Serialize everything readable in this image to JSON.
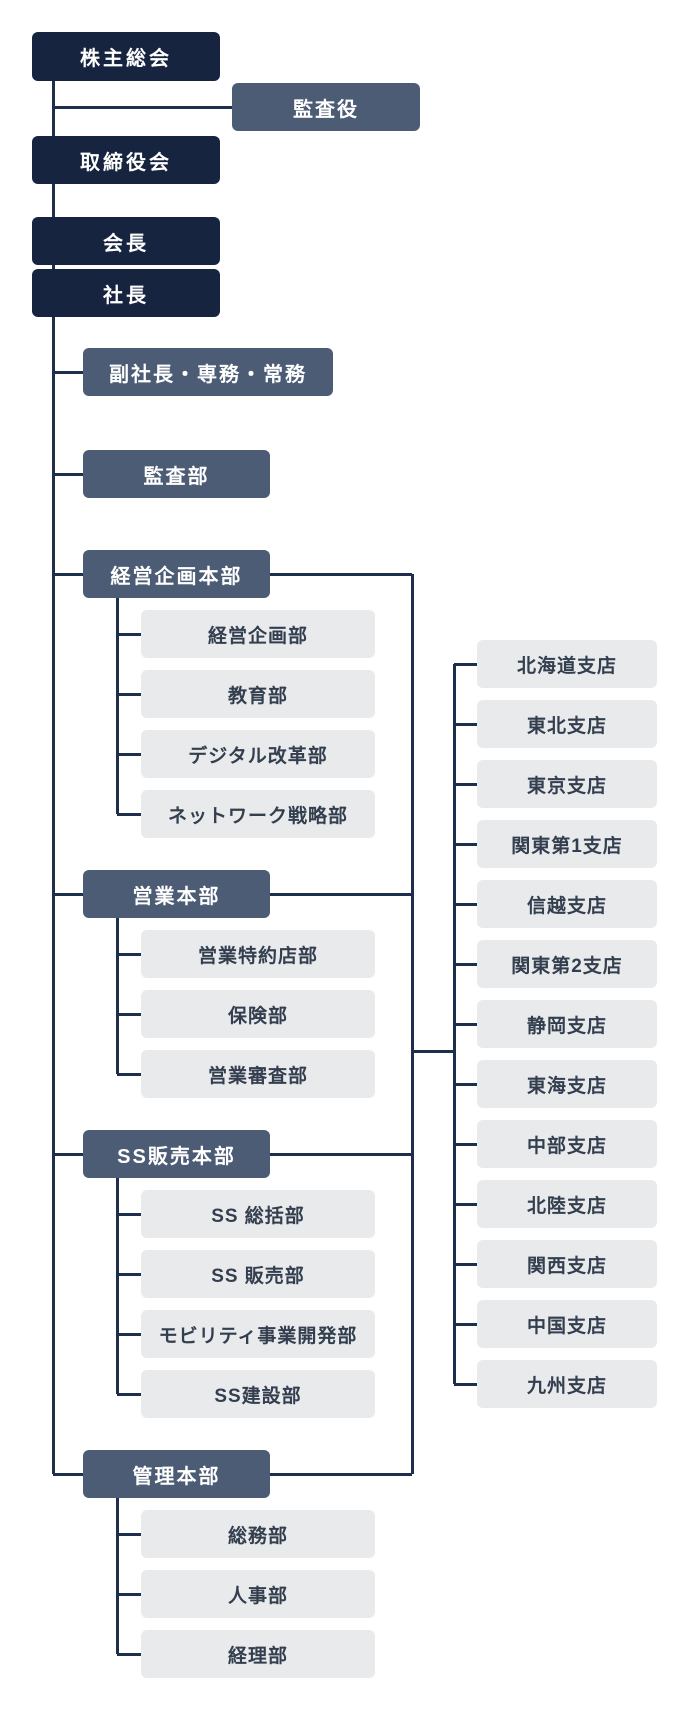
{
  "org": {
    "colors": {
      "background": "#ffffff",
      "navy": "#172440",
      "slate": "#4b5c74",
      "gray": "#e8eaec",
      "line": "#1d2f4d",
      "text_dark": "#333e4e",
      "text_light": "#ffffff"
    },
    "executive_chain": [
      {
        "name": "shareholders-meeting",
        "label": "株主総会"
      },
      {
        "name": "board-of-directors",
        "label": "取締役会"
      },
      {
        "name": "chairman",
        "label": "会長"
      },
      {
        "name": "president",
        "label": "社長"
      }
    ],
    "audit_officer": {
      "name": "audit-officer",
      "label": "監査役"
    },
    "staff": [
      {
        "name": "executive-officers",
        "label": "副社長・専務・常務"
      },
      {
        "name": "audit-department",
        "label": "監査部"
      }
    ],
    "divisions": [
      {
        "name": "corporate-planning-division",
        "label": "経営企画本部",
        "departments": [
          {
            "name": "corporate-planning-department",
            "label": "経営企画部"
          },
          {
            "name": "education-department",
            "label": "教育部"
          },
          {
            "name": "digital-transformation-department",
            "label": "デジタル改革部"
          },
          {
            "name": "network-strategy-department",
            "label": "ネットワーク戦略部"
          }
        ]
      },
      {
        "name": "sales-division",
        "label": "営業本部",
        "departments": [
          {
            "name": "sales-agency-department",
            "label": "営業特約店部"
          },
          {
            "name": "insurance-department",
            "label": "保険部"
          },
          {
            "name": "sales-screening-department",
            "label": "営業審査部"
          }
        ]
      },
      {
        "name": "ss-sales-division",
        "label": "SS販売本部",
        "departments": [
          {
            "name": "ss-general-department",
            "label": "SS 総括部"
          },
          {
            "name": "ss-sales-department",
            "label": "SS 販売部"
          },
          {
            "name": "mobility-business-development-department",
            "label": "モビリティ事業開発部"
          },
          {
            "name": "ss-construction-department",
            "label": "SS建設部"
          }
        ]
      },
      {
        "name": "administration-division",
        "label": "管理本部",
        "departments": [
          {
            "name": "general-affairs-department",
            "label": "総務部"
          },
          {
            "name": "hr-department",
            "label": "人事部"
          },
          {
            "name": "accounting-department",
            "label": "経理部"
          }
        ]
      }
    ],
    "branches": [
      {
        "name": "hokkaido-branch",
        "label": "北海道支店"
      },
      {
        "name": "tohoku-branch",
        "label": "東北支店"
      },
      {
        "name": "tokyo-branch",
        "label": "東京支店"
      },
      {
        "name": "kanto-no1-branch",
        "label": "関東第1支店"
      },
      {
        "name": "shinetsu-branch",
        "label": "信越支店"
      },
      {
        "name": "kanto-no2-branch",
        "label": "関東第2支店"
      },
      {
        "name": "shizuoka-branch",
        "label": "静岡支店"
      },
      {
        "name": "tokai-branch",
        "label": "東海支店"
      },
      {
        "name": "chubu-branch",
        "label": "中部支店"
      },
      {
        "name": "hokuriku-branch",
        "label": "北陸支店"
      },
      {
        "name": "kansai-branch",
        "label": "関西支店"
      },
      {
        "name": "chugoku-branch",
        "label": "中国支店"
      },
      {
        "name": "kyushu-branch",
        "label": "九州支店"
      }
    ]
  }
}
